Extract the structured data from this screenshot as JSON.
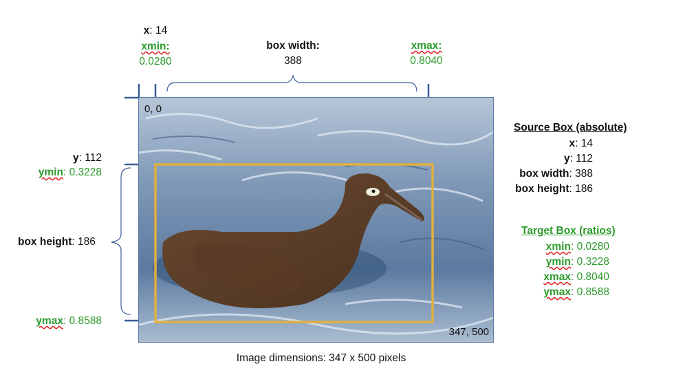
{
  "top": {
    "x_label": "x",
    "x_value": ": 14",
    "xmin_label": "xmin:",
    "xmin_value": "0.0280",
    "box_width_label": "box width:",
    "box_width_value": "388",
    "xmax_label": "xmax:",
    "xmax_value": "0.8040"
  },
  "left": {
    "y_label": "y",
    "y_value": ": 112",
    "ymin_label": "ymin",
    "ymin_value": ": 0.3228",
    "box_height_label": "box height",
    "box_height_value": ": 186",
    "ymax_label": "ymax",
    "ymax_value": ": 0.8588"
  },
  "image": {
    "origin_label": "0, 0",
    "corner_label": "347, 500",
    "caption": "Image dimensions: 347 x 500 pixels"
  },
  "source_box": {
    "title": "Source Box (absolute)",
    "rows": [
      {
        "key": "x",
        "value": ": 14"
      },
      {
        "key": "y",
        "value": ": 112"
      },
      {
        "key": "box width",
        "value": ": 388"
      },
      {
        "key": "box height",
        "value": ": 186"
      }
    ]
  },
  "target_box": {
    "title": "Target Box (ratios)",
    "rows": [
      {
        "key": "xmin",
        "value": ": 0.0280"
      },
      {
        "key": "ymin",
        "value": ": 0.3228"
      },
      {
        "key": "xmax",
        "value": ": 0.8040"
      },
      {
        "key": "ymax",
        "value": ": 0.8588"
      }
    ]
  },
  "colors": {
    "bracket": "#3a5a9a",
    "bbox": "#e0b040",
    "green_text": "#2b9a2b"
  }
}
